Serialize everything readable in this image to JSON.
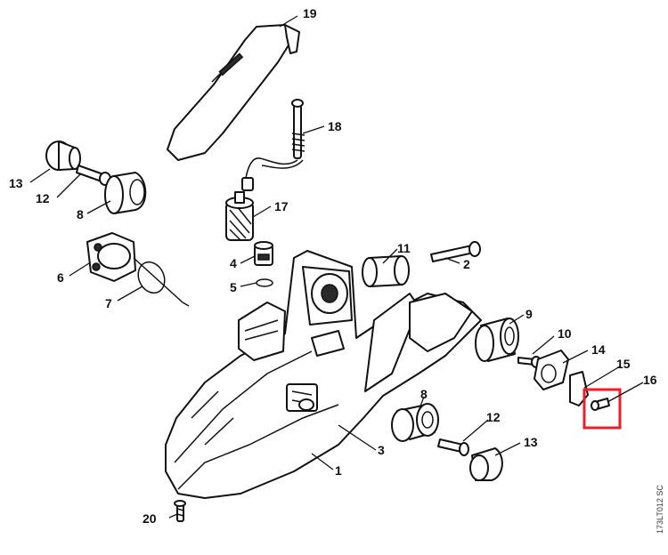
{
  "callouts": {
    "c1": "1",
    "c2": "2",
    "c3": "3",
    "c4": "4",
    "c5": "5",
    "c6": "6",
    "c7": "7",
    "c8a": "8",
    "c8b": "8",
    "c9": "9",
    "c10": "10",
    "c11": "11",
    "c12a": "12",
    "c12b": "12",
    "c13a": "13",
    "c13b": "13",
    "c14": "14",
    "c15": "15",
    "c16": "16",
    "c17": "17",
    "c18": "18",
    "c19": "19",
    "c20": "20"
  },
  "drawing_code": "173LT012 SC",
  "colors": {
    "line": "#111111",
    "highlight": "#e8202a",
    "background": "#ffffff"
  }
}
